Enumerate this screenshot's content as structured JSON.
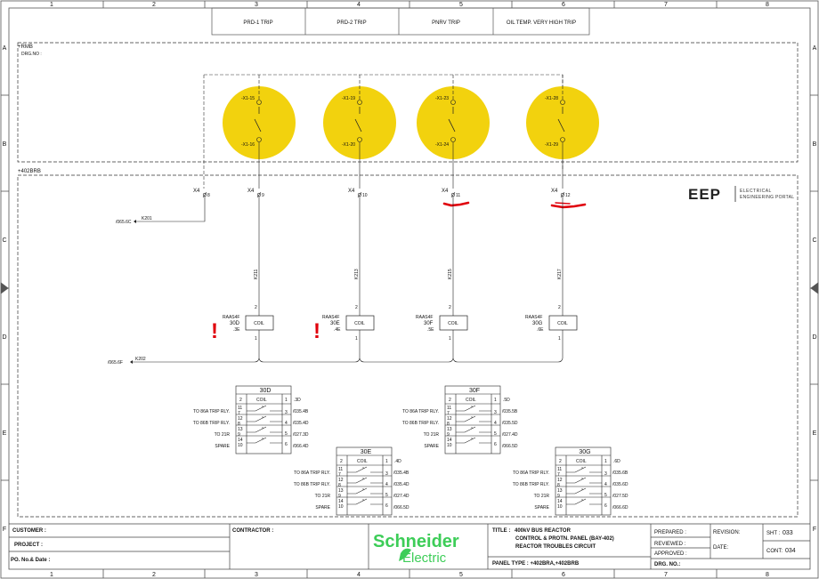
{
  "sheet": {
    "columns": [
      "1",
      "2",
      "3",
      "4",
      "5",
      "6",
      "7",
      "8"
    ],
    "rows": [
      "A",
      "B",
      "C",
      "D",
      "E",
      "F"
    ]
  },
  "header_tags": [
    "PRD-1 TRIP",
    "PRD-2 TRIP",
    "PNRV TRIP",
    "OIL TEMP. VERY HIGH TRIP"
  ],
  "panel_rmb": {
    "tag": "+RMB",
    "drg_label": "DRG.NO :"
  },
  "panel_402brb": {
    "tag": "+402BRB"
  },
  "colors": {
    "highlight": "#f2d20e",
    "markup": "#e0000b",
    "line": "#222222",
    "border": "#555555",
    "brand_green": "#3dcd58"
  },
  "contacts": [
    {
      "top": "-X1-15",
      "bottom": "-X1-16"
    },
    {
      "top": "-X1-19",
      "bottom": "-X1-20"
    },
    {
      "top": "-X1-23",
      "bottom": "-X1-24"
    },
    {
      "top": "-X1-28",
      "bottom": "-X1-29"
    }
  ],
  "x4_terminals": [
    {
      "strip": "X4",
      "terminal": "8"
    },
    {
      "strip": "X4",
      "terminal": "9"
    },
    {
      "strip": "X4",
      "terminal": "10"
    },
    {
      "strip": "X4",
      "terminal": "11"
    },
    {
      "strip": "X4",
      "terminal": "12"
    }
  ],
  "bus": {
    "k201_ref": "/065.6C",
    "k201_label": "K201",
    "k202_ref": "/065.6F",
    "k202_label": "K202"
  },
  "wires": [
    "K211",
    "K213",
    "K215",
    "K217"
  ],
  "relays": [
    {
      "type": "RAAS4F",
      "tag": "30D",
      "ref": ".3E",
      "coil": "COIL",
      "pin_top": "2",
      "pin_bottom": "1"
    },
    {
      "type": "RAAS4F",
      "tag": "30E",
      "ref": ".4E",
      "coil": "COIL",
      "pin_top": "2",
      "pin_bottom": "1"
    },
    {
      "type": "RAAS4F",
      "tag": "30F",
      "ref": ".5E",
      "coil": "COIL",
      "pin_top": "2",
      "pin_bottom": "1"
    },
    {
      "type": "RAAS4F",
      "tag": "30G",
      "ref": ".6E",
      "coil": "COIL",
      "pin_top": "2",
      "pin_bottom": "1"
    }
  ],
  "markup_exclamation": "!",
  "contact_tables": [
    {
      "tag": "30D",
      "coil_pin": "2",
      "coil": "COIL",
      "coil_pin2": "1",
      "coil_ref": ".3D",
      "rows": [
        {
          "label": "TO 86A TRIP RLY.",
          "pin_a": "11",
          "pin_b": "7",
          "pin_c": "3",
          "ref": "/035.4B"
        },
        {
          "label": "TO 86B TRIP RLY.",
          "pin_a": "12",
          "pin_b": "8",
          "pin_c": "4",
          "ref": "/035.4D"
        },
        {
          "label": "TO 21R",
          "pin_a": "13",
          "pin_b": "9",
          "pin_c": "5",
          "ref": "/027.3D"
        },
        {
          "label": "SPARE",
          "pin_a": "14",
          "pin_b": "10",
          "pin_c": "6",
          "ref": "/066.4D"
        }
      ]
    },
    {
      "tag": "30E",
      "coil_pin": "2",
      "coil": "COIL",
      "coil_pin2": "1",
      "coil_ref": ".4D",
      "rows": [
        {
          "label": "TO 86A TRIP RLY.",
          "pin_a": "11",
          "pin_b": "7",
          "pin_c": "3",
          "ref": "/035.4B"
        },
        {
          "label": "TO 86B TRIP RLY.",
          "pin_a": "12",
          "pin_b": "8",
          "pin_c": "4",
          "ref": "/035.4D"
        },
        {
          "label": "TO 21R",
          "pin_a": "13",
          "pin_b": "9",
          "pin_c": "5",
          "ref": "/027.4D"
        },
        {
          "label": "SPARE",
          "pin_a": "14",
          "pin_b": "10",
          "pin_c": "6",
          "ref": "/066.5D"
        }
      ]
    },
    {
      "tag": "30F",
      "coil_pin": "2",
      "coil": "COIL",
      "coil_pin2": "1",
      "coil_ref": ".5D",
      "rows": [
        {
          "label": "TO 86A TRIP RLY.",
          "pin_a": "11",
          "pin_b": "7",
          "pin_c": "3",
          "ref": "/035.5B"
        },
        {
          "label": "TO 86B TRIP RLY.",
          "pin_a": "12",
          "pin_b": "8",
          "pin_c": "4",
          "ref": "/035.5D"
        },
        {
          "label": "TO 21R",
          "pin_a": "13",
          "pin_b": "9",
          "pin_c": "5",
          "ref": "/027.4D"
        },
        {
          "label": "SPARE",
          "pin_a": "14",
          "pin_b": "10",
          "pin_c": "6",
          "ref": "/066.5D"
        }
      ]
    },
    {
      "tag": "30G",
      "coil_pin": "2",
      "coil": "COIL",
      "coil_pin2": "1",
      "coil_ref": ".6D",
      "rows": [
        {
          "label": "TO 86A TRIP RLY.",
          "pin_a": "11",
          "pin_b": "7",
          "pin_c": "3",
          "ref": "/035.6B"
        },
        {
          "label": "TO 86B TRIP RLY.",
          "pin_a": "12",
          "pin_b": "8",
          "pin_c": "4",
          "ref": "/035.6D"
        },
        {
          "label": "TO 21R",
          "pin_a": "13",
          "pin_b": "9",
          "pin_c": "5",
          "ref": "/027.5D"
        },
        {
          "label": "SPARE",
          "pin_a": "14",
          "pin_b": "10",
          "pin_c": "6",
          "ref": "/066.6D"
        }
      ]
    }
  ],
  "eep_logo": {
    "mark": "EEP",
    "line1": "ELECTRICAL",
    "line2": "ENGINEERING PORTAL"
  },
  "title_block": {
    "customer": "CUSTOMER :",
    "project": "PROJECT   :",
    "po": "PO. No.& Date :",
    "contractor": "CONTRACTOR :",
    "brand_line1": "Schneider",
    "brand_line2": "Electric",
    "title_label": "TITLE :",
    "title_line1": "400kV BUS REACTOR",
    "title_line2": "CONTROL & PROTN. PANEL (BAY-402)",
    "title_line3": "REACTOR TROUBLES CIRCUIT",
    "panel_type": "PANEL TYPE  :  +402BRA,+402BRB",
    "prepared": "PREPARED :",
    "reviewed": "REVIEWED :",
    "approved": "APPROVED :",
    "drg_no": "DRG. NO.:",
    "revision": "REVISION:",
    "date": "DATE:",
    "sht_label": "SHT :",
    "sht_value": "033",
    "cont_label": "CONT:",
    "cont_value": "034"
  }
}
